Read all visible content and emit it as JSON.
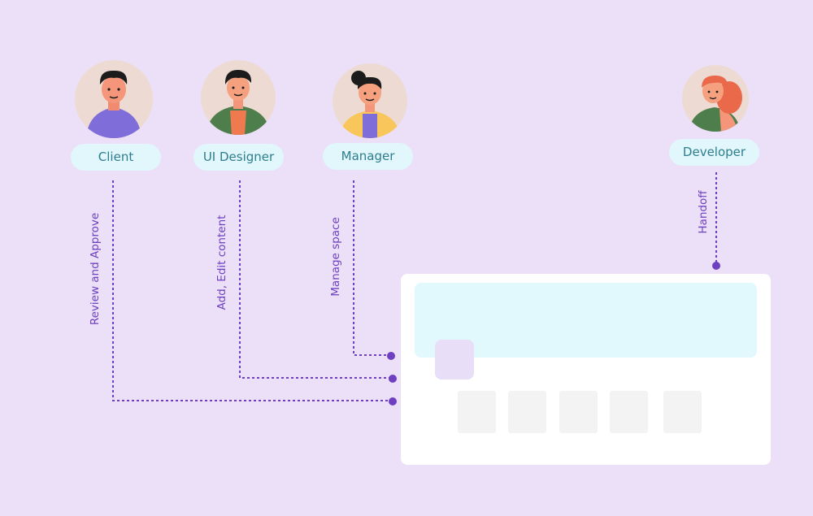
{
  "roles": {
    "client": "Client",
    "ui_designer": "UI Designer",
    "manager": "Manager",
    "developer": "Developer"
  },
  "actions": {
    "client": "Review and Approve",
    "ui_designer": "Add, Edit content",
    "manager": "Manage space",
    "developer": "Handoff"
  },
  "colors": {
    "background": "#ebe0f8",
    "pill": "#e1f7fb",
    "pill_text": "#2e7e8e",
    "connector": "#6e3fc0",
    "card": "#ffffff",
    "banner": "#e1f9fd"
  },
  "icons": [
    "client-avatar-icon",
    "ui-designer-avatar-icon",
    "manager-avatar-icon",
    "developer-avatar-icon"
  ]
}
